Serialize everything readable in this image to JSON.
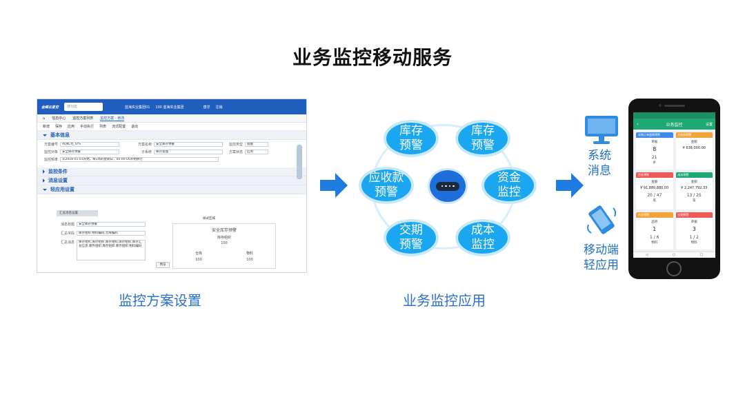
{
  "title": "业务监控移动服务",
  "captions": {
    "left": "监控方案设置",
    "middle": "业务监控应用",
    "right_top": "系统\n消息",
    "right_bottom": "移动端\n轻应用"
  },
  "erp": {
    "logo": "金蝶云星空",
    "search_placeholder": "搜功能",
    "org1": "蓝海实业集团01",
    "org2": "100 蓝海实业集团",
    "user": "唐洋",
    "logout": "注销",
    "tabs": [
      "信息中心",
      "监控方案列表",
      "监控方案 - 修改"
    ],
    "toolbar": [
      "新增",
      "保存",
      "应用",
      "手动执行",
      "列表",
      "流式配置",
      "退出"
    ],
    "sections": [
      "基本信息",
      "监控条件",
      "消息设置",
      "轻应用设置"
    ],
    "fields": {
      "scheme_no_label": "方案编号",
      "scheme_no": "AQKCYJ_SYS",
      "scheme_name_label": "方案名称",
      "scheme_name": "安全库存预警",
      "monitor_obj_label": "监控对象",
      "monitor_obj": "安全库存预警",
      "subsys_label": "子系统",
      "subsys": "库存管理",
      "freq_label": "监控频率",
      "freq": "从2018-01-01开始，每1周的星期日，00:00:00开始执行",
      "type_label": "监控类型",
      "type": "提醒",
      "status_label": "方案状态",
      "status": "启用"
    },
    "sub_tab": "汇总消息设置",
    "msg_title_label": "消息标题",
    "msg_title": "安全库存预警",
    "summary_field_label": "汇总字段",
    "summary_field": "库存组织.物料编码,仓库编码",
    "summary_msg_label": "汇总消息",
    "summary_msg": "库存组织.库存组织.库存组织.库存组织.库存汇总信息.库存组织.库存组织.库存组织.物料编码",
    "preview_btn": "预览",
    "preview_panel_label": "样式区域",
    "preview_title": "安全库存预警",
    "preview_org": "库存组织",
    "preview_val1": "100",
    "preview_col1": "仓库",
    "preview_col2": "物料",
    "preview_val2": "100",
    "preview_val3": "100"
  },
  "diagram": {
    "nodes": [
      "库存\n预警",
      "库存\n预警",
      "应收款\n预警",
      "资金\n监控",
      "交期\n预警",
      "成本\n监控"
    ]
  },
  "phone": {
    "header": "业务监控",
    "header_right": "设置",
    "cards": [
      {
        "tag": "采购订单超期预警",
        "color": "#3d8be8",
        "a": "8",
        "b": "21",
        "la": "单据",
        "lb": "条"
      },
      {
        "tag": "应收款预警",
        "color": "#f2a33a",
        "a": "¥ 638,000.00",
        "b": "",
        "la": "金额",
        "lb": ""
      },
      {
        "tag": "资金预警",
        "color": "#ee5a57",
        "a": "¥ 91,880,880.00",
        "b": "20 / 47",
        "la": "金额",
        "lb": "笔"
      },
      {
        "tag": "成本预警",
        "color": "#1fa774",
        "a": "¥ 2,247,792.33",
        "b": "13 / 25",
        "la": "金额",
        "lb": "笔"
      },
      {
        "tag": "库存预警",
        "color": "#f2a33a",
        "a": "1",
        "b": "1 / 6",
        "la": "品项",
        "lb": "物料"
      },
      {
        "tag": "交期预警",
        "color": "#ee5a57",
        "a": "3",
        "b": "1 / 2",
        "la": "单据",
        "lb": "物料"
      }
    ]
  },
  "colors": {
    "accent": "#2a6fd6",
    "bubble": "#1aa7ef",
    "erp_bar": "#1f5dbf",
    "phone_green": "#1fa774"
  }
}
